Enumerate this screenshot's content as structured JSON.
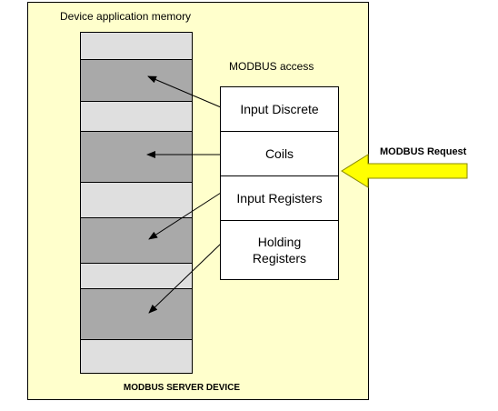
{
  "device": {
    "memory_title": "Device application memory",
    "footer_title": "MODBUS SERVER DEVICE",
    "background_color": "#ffffcc"
  },
  "access": {
    "title": "MODBUS access",
    "rows": [
      {
        "label": "Input Discrete"
      },
      {
        "label": "Coils"
      },
      {
        "label": "Input Registers"
      },
      {
        "label": "Holding\nRegisters"
      }
    ]
  },
  "request": {
    "label": "MODBUS Request",
    "arrow_color": "#ffff00"
  },
  "memory_blocks": [
    {
      "shade": "light"
    },
    {
      "shade": "dark"
    },
    {
      "shade": "light"
    },
    {
      "shade": "dark"
    },
    {
      "shade": "light"
    },
    {
      "shade": "dark"
    },
    {
      "shade": "light"
    },
    {
      "shade": "dark"
    },
    {
      "shade": "light"
    }
  ],
  "colors": {
    "memory_light": "#dfdfdf",
    "memory_dark": "#a9a9a9"
  }
}
